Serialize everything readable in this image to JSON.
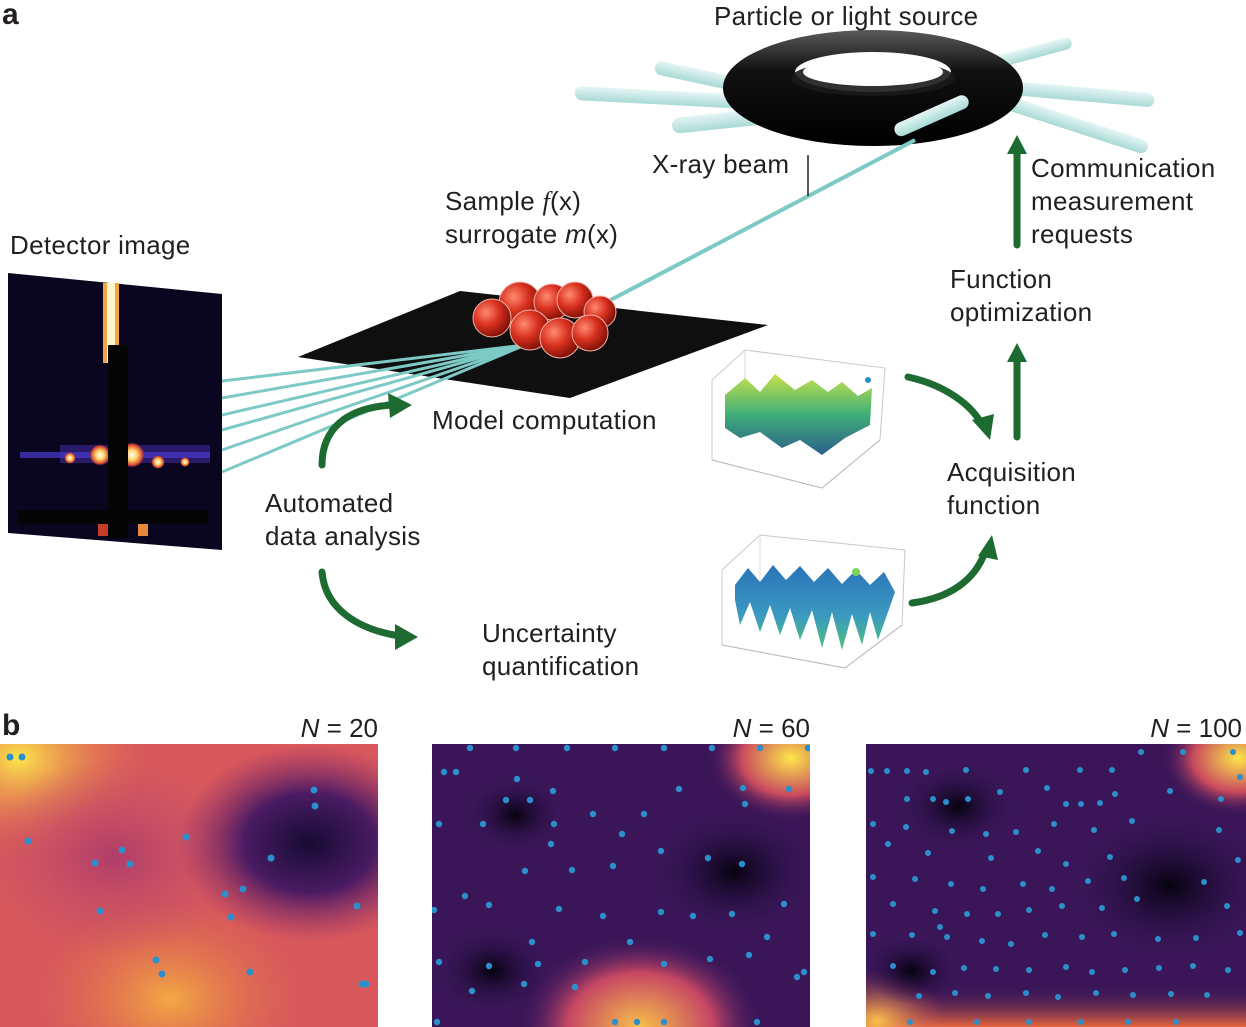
{
  "panel_a": {
    "letter": "a",
    "source_label": "Particle or light source",
    "beam_label": "X-ray beam",
    "sample_line1_pre": "Sample ",
    "sample_line1_var": "f",
    "sample_line1_post": "(x)",
    "sample_line2_pre": "surrogate ",
    "sample_line2_var": "m",
    "sample_line2_post": "(x)",
    "detector_label": "Detector image",
    "model_label": "Model computation",
    "analysis_line1": "Automated",
    "analysis_line2": "data analysis",
    "uncertainty_line1": "Uncertainty",
    "uncertainty_line2": "quantification",
    "acq_line1": "Acquisition",
    "acq_line2": "function",
    "opt_line1": "Function",
    "opt_line2": "optimization",
    "comm_line1": "Communication",
    "comm_line2": "measurement",
    "comm_line3": "requests"
  },
  "panel_b": {
    "letter": "b",
    "maps": [
      {
        "n_symbol": "N",
        "n_text": " = 20"
      },
      {
        "n_symbol": "N",
        "n_text": " = 60"
      },
      {
        "n_symbol": "N",
        "n_text": " = 100"
      }
    ]
  },
  "colors": {
    "arrow_green": "#1e6b32",
    "beam_cyan": "#7cc9c6",
    "sample_point_blue": "#2b8fcc",
    "text": "#231f20"
  }
}
